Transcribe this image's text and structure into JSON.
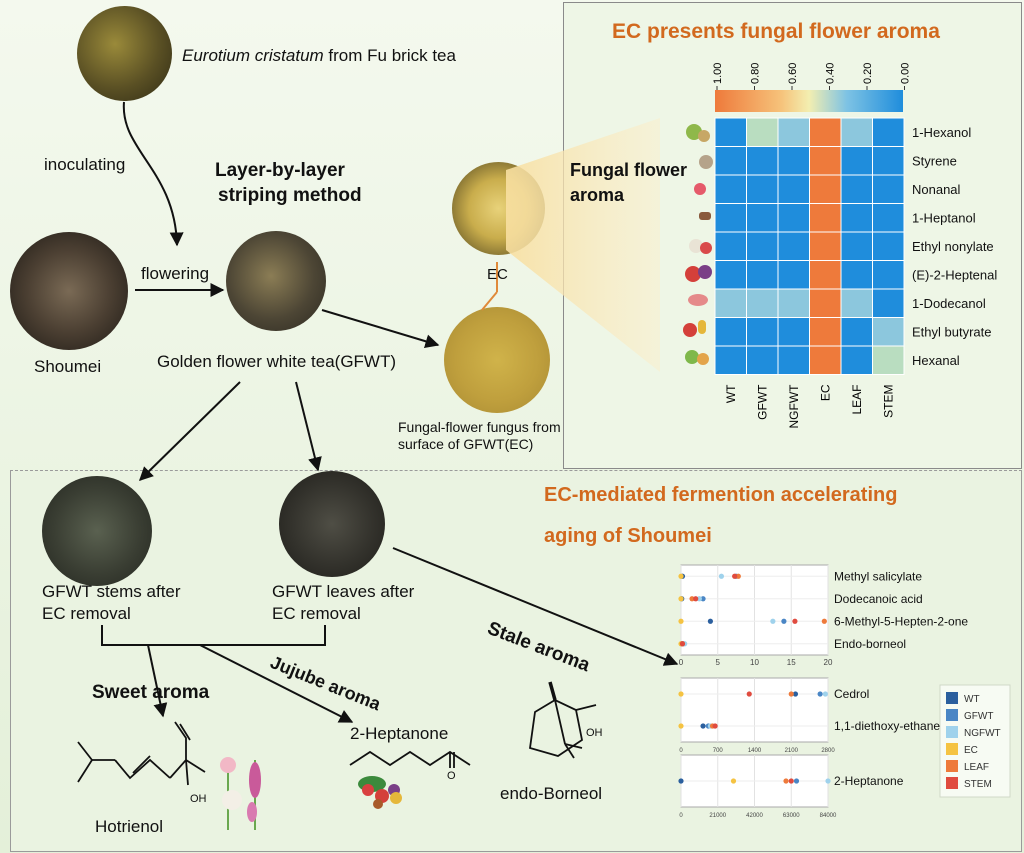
{
  "left": {
    "eurotium_species": "Eurotium cristatum",
    "eurotium_rest": " from Fu brick tea",
    "inoculating": "inoculating",
    "method_title_l1": "Layer-by-layer",
    "method_title_l2": "striping method",
    "flowering": "flowering",
    "shoumei": "Shoumei",
    "gfwt": "Golden flower white tea(GFWT)",
    "ec_label": "EC",
    "fungus_l1": "Fungal-flower fungus from",
    "fungus_l2": "surface of GFWT(EC)",
    "stems_l1": "GFWT stems after",
    "stems_l2": "EC removal",
    "leaves_l1": "GFWT leaves after",
    "leaves_l2": "EC removal",
    "sweet": "Sweet aroma",
    "jujube": "Jujube aroma",
    "stale": "Stale aroma",
    "hotrienol": "Hotrienol",
    "heptanone": "2-Heptanone",
    "borneol": "endo-Borneol",
    "oh1": "OH",
    "oh2": "OH",
    "o": "O"
  },
  "heatmap_panel": {
    "title": "EC presents fungal flower aroma",
    "side_label_l1": "Fungal flower",
    "side_label_l2": "aroma"
  },
  "bottom_panel": {
    "title_l1": "EC-mediated fermention accelerating",
    "title_l2": "aging of Shoumei"
  },
  "colors": {
    "title": "#d2691e",
    "heat_blue": "#1f8ddc",
    "heat_orange": "#ee7a3b",
    "heat_light": "#8cc7dd",
    "heat_pale": "#b9ddc0"
  },
  "chart_data": [
    {
      "type": "heatmap",
      "colorbar_ticks": [
        "1.00",
        "0.80",
        "0.60",
        "0.40",
        "0.20",
        "0.00"
      ],
      "columns": [
        "WT",
        "GFWT",
        "NGFWT",
        "EC",
        "LEAF",
        "STEM"
      ],
      "rows": [
        "1-Hexanol",
        "Styrene",
        "Nonanal",
        "1-Heptanol",
        "Ethyl nonylate",
        "(E)-2-Heptenal",
        "1-Dodecanol",
        "Ethyl butyrate",
        "Hexanal"
      ],
      "values": [
        [
          0.0,
          0.25,
          0.1,
          1.0,
          0.1,
          0.0
        ],
        [
          0.0,
          0.0,
          0.0,
          1.0,
          0.0,
          0.0
        ],
        [
          0.0,
          0.0,
          0.0,
          1.0,
          0.0,
          0.0
        ],
        [
          0.0,
          0.0,
          0.0,
          1.0,
          0.0,
          0.0
        ],
        [
          0.0,
          0.0,
          0.0,
          1.0,
          0.0,
          0.0
        ],
        [
          0.0,
          0.0,
          0.0,
          1.0,
          0.0,
          0.0
        ],
        [
          0.1,
          0.1,
          0.1,
          1.0,
          0.1,
          0.0
        ],
        [
          0.0,
          0.0,
          0.0,
          1.0,
          0.0,
          0.1
        ],
        [
          0.0,
          0.0,
          0.0,
          1.0,
          0.0,
          0.3
        ]
      ]
    },
    {
      "type": "scatter",
      "y_categories": [
        "Methyl salicylate",
        "Dodecanoic acid",
        "6-Methyl-5-Hepten-2-one",
        "Endo-borneol"
      ],
      "x_ticks": [
        "0",
        "5",
        "10",
        "15",
        "20"
      ],
      "xlim": [
        0,
        20
      ],
      "series": [
        {
          "name": "WT",
          "values": [
            0.2,
            0.1,
            4.0,
            0.1
          ]
        },
        {
          "name": "GFWT",
          "values": [
            7.5,
            3.0,
            14.0,
            0.3
          ]
        },
        {
          "name": "NGFWT",
          "values": [
            5.5,
            2.5,
            12.5,
            0.5
          ]
        },
        {
          "name": "EC",
          "values": [
            0.0,
            0.0,
            0.0,
            0.0
          ]
        },
        {
          "name": "LEAF",
          "values": [
            7.8,
            1.5,
            19.5,
            0.2
          ]
        },
        {
          "name": "STEM",
          "values": [
            7.3,
            2.0,
            15.5,
            0.2
          ]
        }
      ]
    },
    {
      "type": "scatter",
      "y_categories": [
        "Cedrol",
        "1,1-diethoxy-ethane"
      ],
      "x_ticks": [
        "0",
        "700",
        "1400",
        "2100",
        "2800"
      ],
      "xlim": [
        0,
        2800
      ],
      "series": [
        {
          "name": "WT",
          "values": [
            2180,
            420
          ]
        },
        {
          "name": "GFWT",
          "values": [
            2650,
            520
          ]
        },
        {
          "name": "NGFWT",
          "values": [
            2750,
            560
          ]
        },
        {
          "name": "EC",
          "values": [
            0,
            0
          ]
        },
        {
          "name": "LEAF",
          "values": [
            2100,
            600
          ]
        },
        {
          "name": "STEM",
          "values": [
            1300,
            650
          ]
        }
      ]
    },
    {
      "type": "scatter",
      "y_categories": [
        "2-Heptanone"
      ],
      "x_ticks": [
        "0",
        "21000",
        "42000",
        "63000",
        "84000"
      ],
      "xlim": [
        0,
        84000
      ],
      "series": [
        {
          "name": "WT",
          "values": [
            0
          ]
        },
        {
          "name": "GFWT",
          "values": [
            66000
          ]
        },
        {
          "name": "NGFWT",
          "values": [
            84000
          ]
        },
        {
          "name": "EC",
          "values": [
            30000
          ]
        },
        {
          "name": "LEAF",
          "values": [
            60000
          ]
        },
        {
          "name": "STEM",
          "values": [
            63000
          ]
        }
      ]
    }
  ],
  "legend": [
    {
      "name": "WT",
      "color": "#2b5f9e"
    },
    {
      "name": "GFWT",
      "color": "#4a86c5"
    },
    {
      "name": "NGFWT",
      "color": "#9fd2ec"
    },
    {
      "name": "EC",
      "color": "#f5c342"
    },
    {
      "name": "LEAF",
      "color": "#ee7a3b"
    },
    {
      "name": "STEM",
      "color": "#e04b3f"
    }
  ]
}
